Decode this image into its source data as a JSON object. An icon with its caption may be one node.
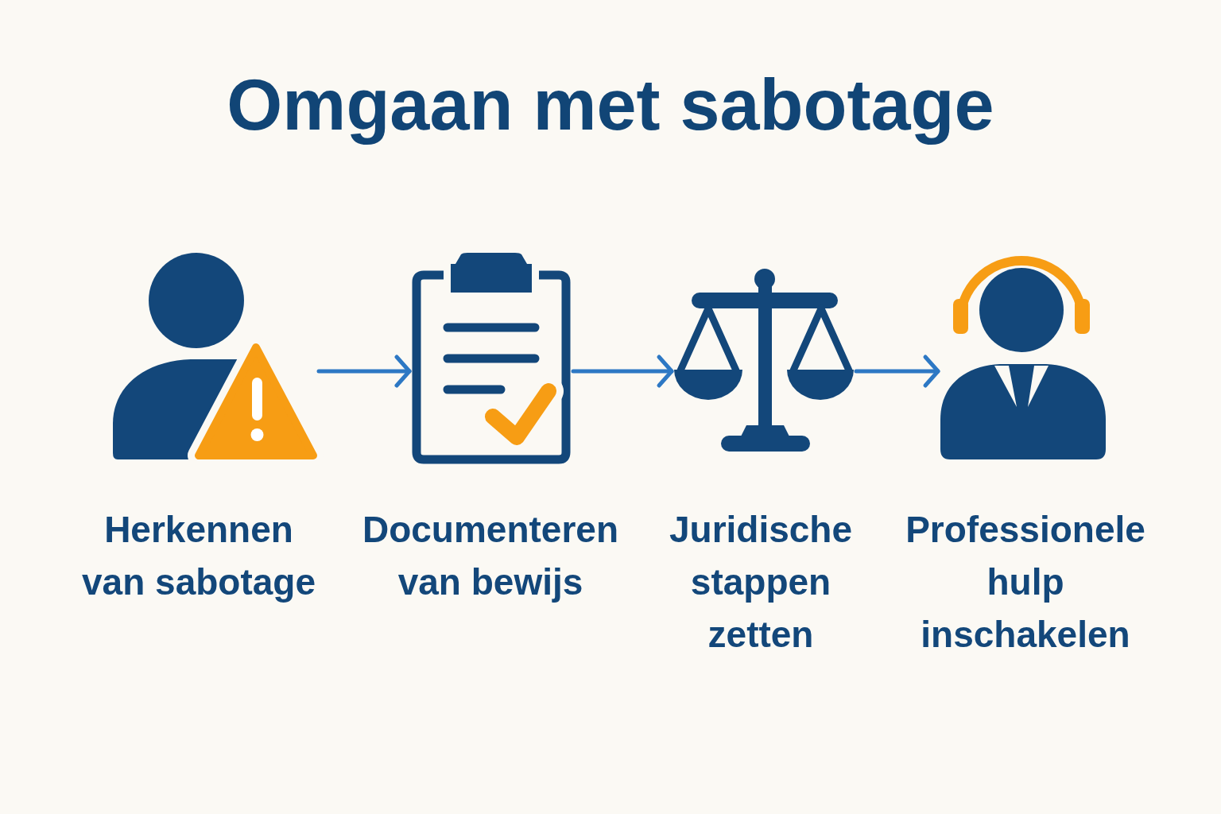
{
  "diagram": {
    "title": "Omgaan met sabotage",
    "nodes": [
      {
        "text": [],
        "shape": "picture",
        "beside": [
          "Herkennen van sabotage"
        ]
      },
      {
        "text": [],
        "shape": "picture",
        "beside": [
          "Documenteren van bewijs"
        ]
      },
      {
        "text": [],
        "shape": "picture",
        "beside": [
          "Juridische stappen zetten"
        ]
      },
      {
        "text": [],
        "shape": "picture",
        "beside": [
          "Professionele hulp inschakelen"
        ]
      }
    ],
    "edges": [
      {
        "from": 0,
        "to": 1,
        "arrow": "to"
      },
      {
        "from": 1,
        "to": 2,
        "arrow": "to"
      },
      {
        "from": 2,
        "to": 3,
        "arrow": "to"
      }
    ]
  }
}
